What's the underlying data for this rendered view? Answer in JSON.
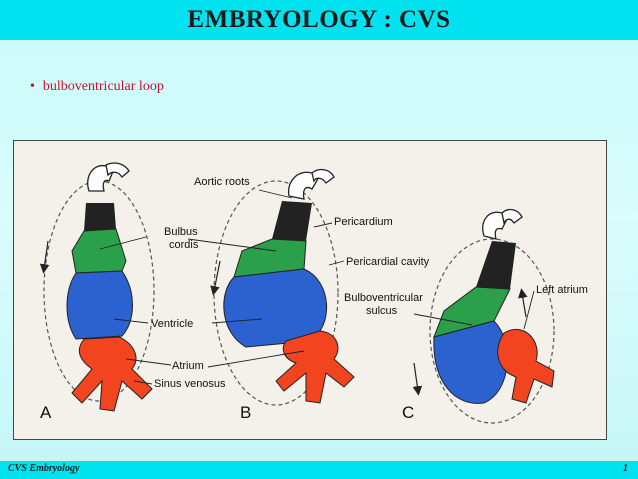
{
  "slide": {
    "title": "EMBRYOLOGY : CVS",
    "bullet": "bulboventricular loop",
    "footer_left": "CVS Embryology",
    "footer_right": "1"
  },
  "figure": {
    "labels": {
      "aortic_roots": "Aortic roots",
      "bulbus_cordis": "Bulbus\ncordis",
      "ventricle": "Ventricle",
      "atrium": "Atrium",
      "sinus_venosus": "Sinus venosus",
      "pericardium": "Pericardium",
      "pericardial_cavity": "Pericardial cavity",
      "bulboventricular_sulcus": "Bulboventricular\nsulcus",
      "left_atrium": "Left atrium"
    },
    "panel_letters": [
      "A",
      "B",
      "C"
    ]
  },
  "colors": {
    "title_bar": "#00e2ef",
    "bullet_text": "#c8102e",
    "bulbus_green": "#2aa04a",
    "ventricle_blue": "#2b62cf",
    "atrium_red": "#f2451f",
    "trunk_black": "#222222"
  }
}
